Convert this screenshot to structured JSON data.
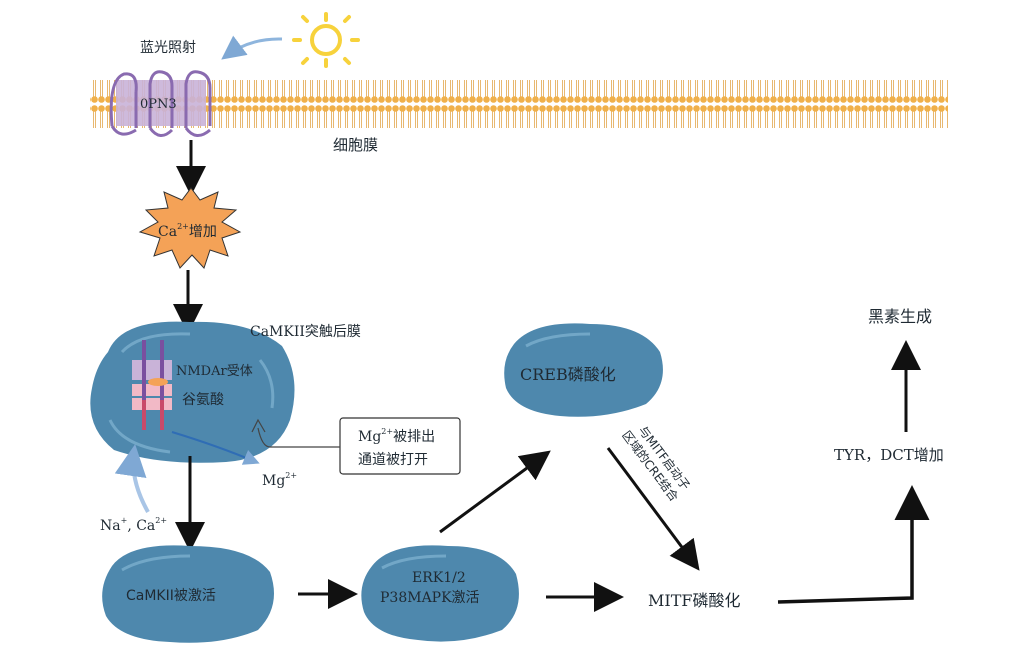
{
  "labels": {
    "blue_light": "蓝光照射",
    "opn3": "0PN3",
    "membrane": "细胞膜",
    "ca_increase_prefix": "Ca",
    "ca_increase_sup": "2+",
    "ca_increase_suffix": "增加",
    "camkii_postsynaptic": "CaMKII突触后膜",
    "nmdar": "NMDAr受体",
    "glutamate": "谷氨酸",
    "mg_callout_prefix": "Mg",
    "mg_callout_sup": "2+",
    "mg_callout_line1_suffix": "被排出",
    "mg_callout_line2": "通道被打开",
    "mg_ion": "Mg",
    "mg_ion_sup": "2+",
    "na_ion": "Na",
    "na_ion_sup": "+",
    "ca_ion": ", Ca",
    "ca_ion_sup": "2+",
    "camkii_activated": "CaMKII被激活",
    "erk_line1": "ERK1/2",
    "erk_line2": "P38MAPK激活",
    "creb": "CREB磷酸化",
    "cre_binding_line1": "与MITF启动子",
    "cre_binding_line2": "区域的CRE结合",
    "mitf": "MITF磷酸化",
    "tyr_dct": "TYR，DCT增加",
    "melanin": "黑素生成"
  },
  "colors": {
    "cell_blue": "#4e88ad",
    "lipid_head": "#f0b04a",
    "receptor_purple": "#c9b3d8",
    "ca_burst": "#f4a257",
    "arrow": "#111111"
  },
  "icons": {
    "sun": "sun-icon",
    "light_arrow": "light-arrow-icon"
  }
}
